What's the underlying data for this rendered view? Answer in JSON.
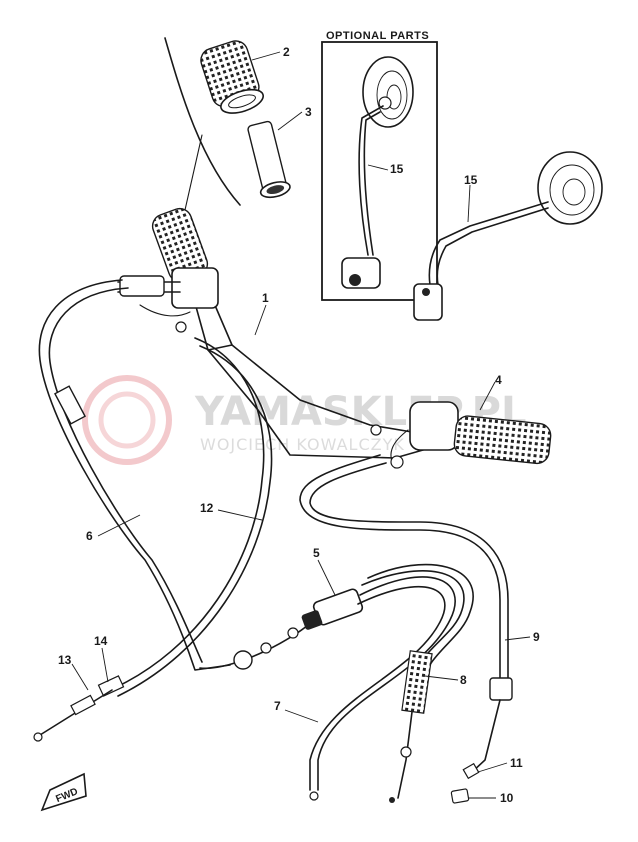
{
  "optional_parts": {
    "heading": "OPTIONAL PARTS"
  },
  "watermark": {
    "brand": "YAMASKLEP.PL",
    "owner": "WOJCIECH KOWALCZYK"
  },
  "forward_tag": "FWD",
  "callouts": {
    "c1": "1",
    "c2": "2",
    "c3": "3",
    "c4": "4",
    "c5": "5",
    "c6": "6",
    "c7": "7",
    "c8": "8",
    "c9": "9",
    "c10": "10",
    "c11": "11",
    "c12": "12",
    "c13": "13",
    "c14": "14",
    "c15a": "15",
    "c15b": "15"
  }
}
